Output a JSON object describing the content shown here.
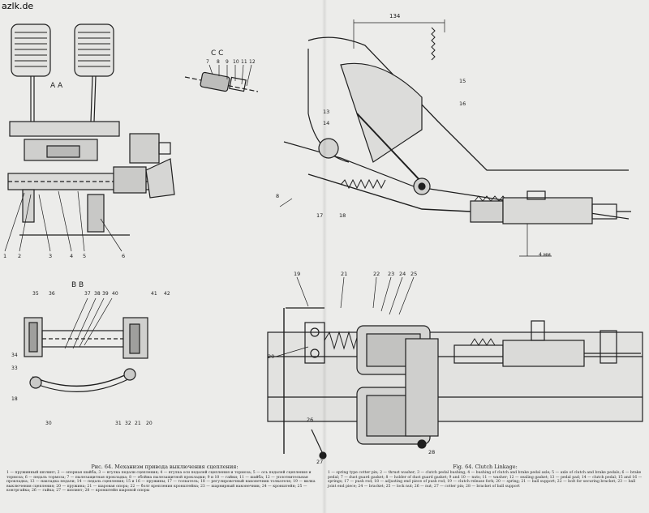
{
  "watermark": "azlk.de",
  "views": {
    "aa": "A A",
    "cc": "C C",
    "bb": "B B"
  },
  "dimensions": {
    "top": "134",
    "gap": "4 мм"
  },
  "callouts": {
    "aa": [
      "1",
      "2",
      "3",
      "4",
      "5",
      "6"
    ],
    "cc": [
      "7",
      "8",
      "9",
      "10",
      "11",
      "12"
    ],
    "side": [
      "8",
      "13",
      "14",
      "15",
      "16",
      "17",
      "18"
    ],
    "bb": [
      "35",
      "36",
      "37",
      "38",
      "39",
      "40",
      "41",
      "42",
      "34",
      "33",
      "18",
      "30",
      "31",
      "32",
      "21",
      "20"
    ],
    "plan": [
      "19",
      "20",
      "21",
      "22",
      "23",
      "24",
      "25",
      "26",
      "27",
      "28"
    ]
  },
  "caption_ru": {
    "title": "Рис. 64. Механизм привода выключения сцепления:",
    "body": "1 — пружинный шплинт; 2 — опорная шайба; 3 — втулка педали сцепления; 4 — втулка оси педалей сцепления и тормоза; 5 — ось педалей сцепления и тормоза; 6 — педаль тормоза; 7 — пылезащитная прокладка; 8 — обойма пылезащитной прокладки; 9 и 10 — гайки; 11 — шайба; 12 — уплотнительная прокладка; 13 — накладка педали; 14 — педаль сцепления; 15 и 16 — пружины; 17 — толкатель; 18 — регулировочный наконечник толкателя; 19 — вилка выключения сцепления; 20 — пружина; 21 — шаровая опора; 22 — болт крепления кронштейна; 23 — шарнирный наконечник; 24 — кронштейн; 25 — контргайка; 26 — гайка; 27 — шплинт; 28 — кронштейн шаровой опоры"
  },
  "caption_en": {
    "title": "Fig. 64. Clutch Linkage:",
    "body": "1 — spring type cotter pin; 2 — thrust washer; 3 — clutch pedal bushing; 4 — bushing of clutch and brake pedal axle; 5 — axle of clutch and brake pedals; 6 — brake pedal; 7 — dust guard gasket; 8 — holder of dust guard gasket; 9 and 10 — nuts; 11 — washer; 12 — sealing gasket; 13 — pedal pad; 14 — clutch pedal; 15 and 16 — springs; 17 — push rod; 18 — adjusting end piece of push rod; 19 — clutch release fork; 20 — spring; 21 — ball support; 22 — bolt for securing bracket; 23 — ball joint end piece; 24 — bracket; 25 — lock nut; 26 — nut; 27 — cotter pin; 28 — bracket of ball support"
  }
}
